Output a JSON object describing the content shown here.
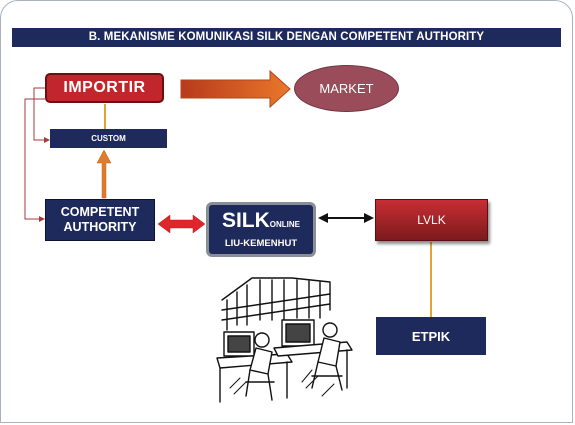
{
  "title": "B. MEKANISME KOMUNIKASI SILK DENGAN COMPETENT AUTHORITY",
  "nodes": {
    "importir": "IMPORTIR",
    "market": "MARKET",
    "custom": "CUSTOM",
    "competent_authority": "COMPETENT AUTHORITY",
    "silk_main": "SILK",
    "silk_online": "ONLINE",
    "silk_sub": "LIU-KEMENHUT",
    "lvlk": "LVLK",
    "etpik": "ETPIK"
  },
  "colors": {
    "navy": "#1f2a5c",
    "red": "#c0262b",
    "orange_arrow": "#e07a2e",
    "market": "#9a4c5a"
  },
  "illustration": "office-workers-at-computers-clipart"
}
